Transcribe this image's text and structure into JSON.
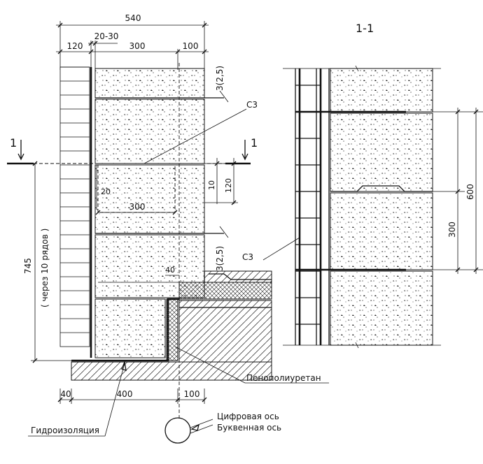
{
  "dims": {
    "total_width": "540",
    "gap": "20-30",
    "brick": "120",
    "block": "300",
    "tail": "100",
    "joint_upper": "3(2,5)",
    "joint_lower": "3(2,5)",
    "height_10": "10",
    "height_120": "120",
    "small_20": "20",
    "inner_300": "300",
    "small_40": "40",
    "bottom_40": "40",
    "bottom_400": "400",
    "bottom_100": "100",
    "step_745": "745",
    "step_note": "( через 10 рядов )",
    "sec_600": "600",
    "sec_300": "300"
  },
  "labels": {
    "section_title": "1-1",
    "cut_left": "1",
    "cut_right": "1",
    "c3_top": "С3",
    "c3_section": "С3",
    "foam": "Пенополиуретан",
    "waterproofing": "Гидроизоляция",
    "digit_axis": "Цифровая ось",
    "letter_axis": "Буквенная ось"
  }
}
